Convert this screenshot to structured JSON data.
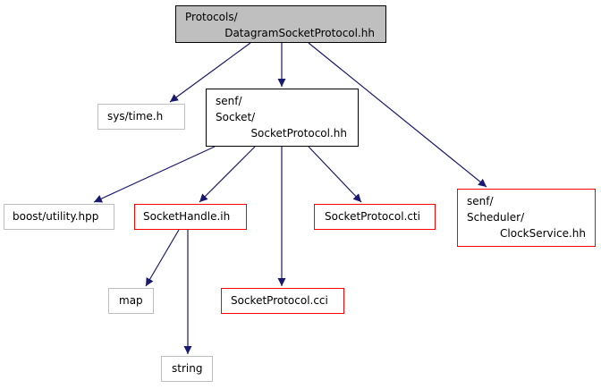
{
  "colors": {
    "edge": "#191970",
    "root_fill": "#bfbfbf",
    "black_border": "#000000",
    "gray_border": "#bfbfbf",
    "red_border": "#ff0000"
  },
  "nodes": {
    "root": {
      "lines": [
        "Protocols/",
        "DatagramSocketProtocol.hh"
      ]
    },
    "sys_time": {
      "lines": [
        "sys/time.h"
      ]
    },
    "socket_protocol_hh": {
      "lines": [
        "senf/",
        "Socket/",
        "SocketProtocol.hh"
      ]
    },
    "clock_service": {
      "lines": [
        "senf/",
        "Scheduler/",
        "ClockService.hh"
      ]
    },
    "boost_utility": {
      "lines": [
        "boost/utility.hpp"
      ]
    },
    "socket_handle_ih": {
      "lines": [
        "SocketHandle.ih"
      ]
    },
    "socket_protocol_cti": {
      "lines": [
        "SocketProtocol.cti"
      ]
    },
    "map": {
      "lines": [
        "map"
      ]
    },
    "socket_protocol_cci": {
      "lines": [
        "SocketProtocol.cci"
      ]
    },
    "string": {
      "lines": [
        "string"
      ]
    }
  },
  "edges": [
    [
      "root",
      "sys_time"
    ],
    [
      "root",
      "socket_protocol_hh"
    ],
    [
      "root",
      "clock_service"
    ],
    [
      "socket_protocol_hh",
      "boost_utility"
    ],
    [
      "socket_protocol_hh",
      "socket_handle_ih"
    ],
    [
      "socket_protocol_hh",
      "socket_protocol_cci"
    ],
    [
      "socket_protocol_hh",
      "socket_protocol_cti"
    ],
    [
      "socket_handle_ih",
      "map"
    ],
    [
      "socket_handle_ih",
      "string"
    ]
  ]
}
